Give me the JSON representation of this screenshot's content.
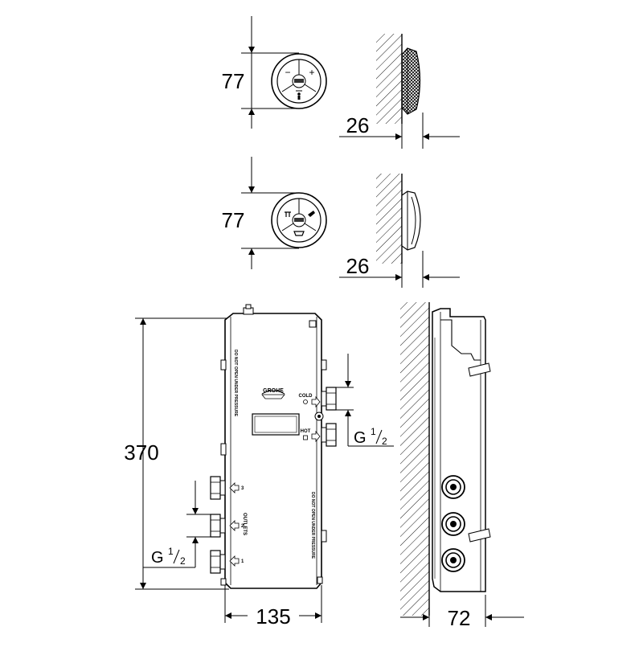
{
  "dimensions": {
    "button_diameter_top": "77",
    "button_depth_top": "26",
    "button_diameter_mid": "77",
    "button_depth_mid": "26",
    "box_height": "370",
    "box_width": "135",
    "box_depth": "72",
    "thread_main": "G",
    "thread_frac_num": "1",
    "thread_frac_den": "2",
    "thread_outlets": "G",
    "thread_outlets_num": "1",
    "thread_outlets_den": "2"
  },
  "labels": {
    "brand": "GROHE",
    "cold": "COLD",
    "hot": "HOT",
    "outlets": "OUTLETS",
    "outlet_1": "1",
    "outlet_2": "2",
    "outlet_3": "3",
    "warning_top": "DO NOT OPEN UNDER PRESSURE",
    "warning_bottom": "DO NOT OPEN UNDER PRESSURE"
  },
  "icons": {
    "control_top": [
      "minus-icon",
      "plus-icon",
      "shower-person-icon"
    ],
    "control_mid": [
      "rain-shower-icon",
      "hand-shower-icon",
      "bathtub-icon"
    ]
  }
}
